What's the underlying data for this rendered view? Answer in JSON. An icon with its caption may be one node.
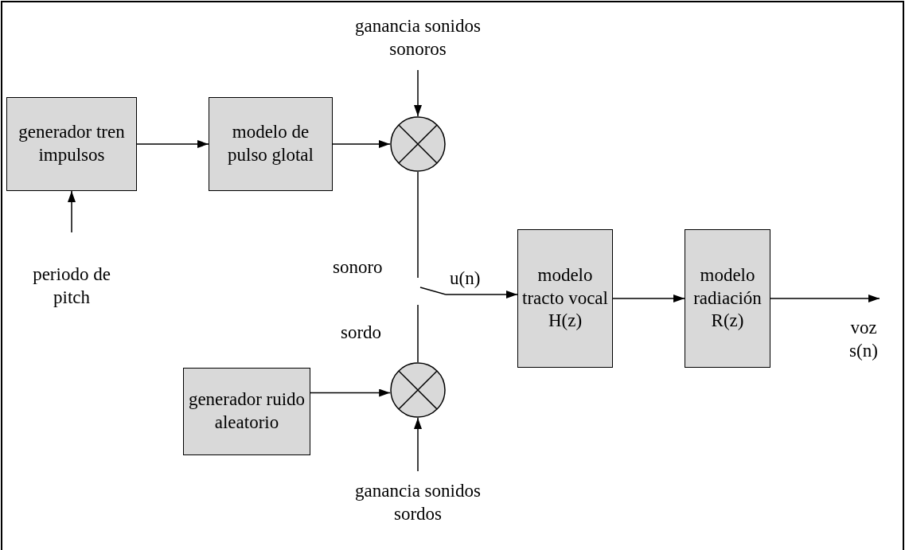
{
  "diagram": {
    "nodes": [
      {
        "text": [
          "ganancia sonidos sonoros"
        ]
      },
      {
        "text": [
          "generador tren impulsos"
        ]
      },
      {
        "text": [
          "modelo de pulso glotal"
        ]
      },
      {
        "text": [],
        "shape": "circle"
      },
      {
        "text": [
          "periodo de pitch"
        ]
      },
      {
        "text": [],
        "shape": "switch"
      },
      {
        "text": [
          "modelo tracto vocal H(z)"
        ]
      },
      {
        "text": [
          "modelo radiación R(z)"
        ]
      },
      {
        "text": [
          "generador ruido aleatorio"
        ]
      },
      {
        "text": [],
        "shape": "circle"
      },
      {
        "text": [
          "ganancia sonidos sordos"
        ]
      }
    ],
    "edges": [
      {
        "from": 1,
        "to": 2,
        "arrow": "to"
      },
      {
        "from": 2,
        "to": 3,
        "arrow": "to"
      },
      {
        "from": 0,
        "to": 3,
        "arrow": "to"
      },
      {
        "from": 4,
        "to": 1,
        "arrow": "to"
      },
      {
        "from": 3,
        "to": 5,
        "arrow": "none"
      },
      {
        "from": 9,
        "to": 5,
        "arrow": "none"
      },
      {
        "from": 5,
        "to": 6,
        "arrow": "to",
        "label": "u(n)"
      },
      {
        "from": 6,
        "to": 7,
        "arrow": "to"
      },
      {
        "from": 7,
        "to": null,
        "arrow": "to",
        "label": "voz s(n)"
      },
      {
        "from": 8,
        "to": 9,
        "arrow": "to"
      },
      {
        "from": 10,
        "to": 9,
        "arrow": "to"
      }
    ],
    "labels": [
      "sonoro",
      "sordo"
    ]
  }
}
